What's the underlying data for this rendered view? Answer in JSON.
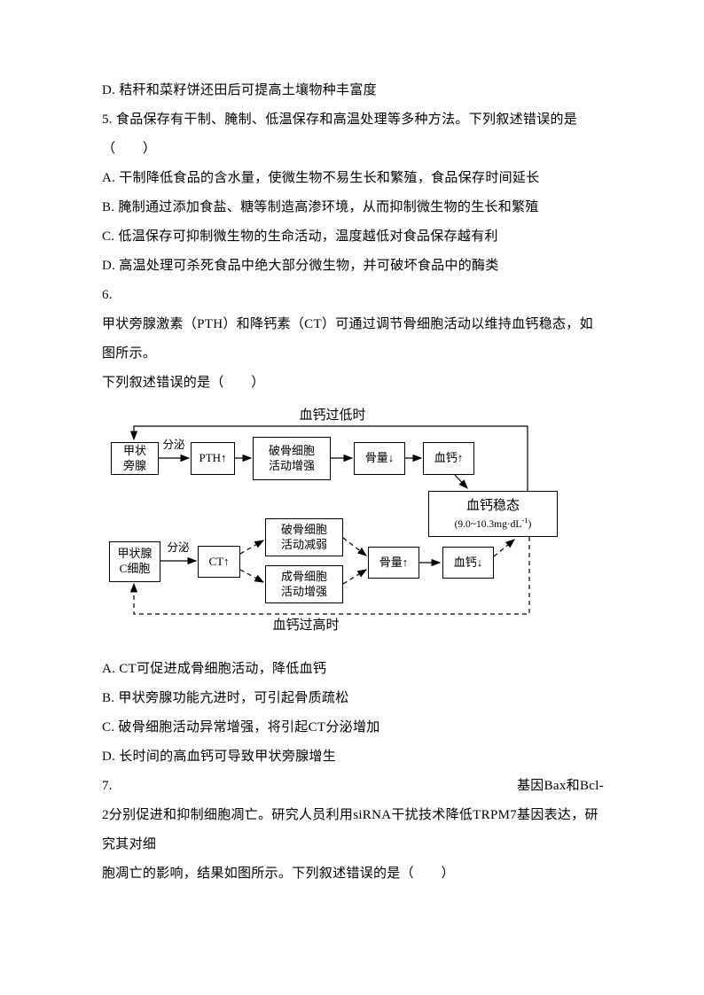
{
  "doc": {
    "prev_question_option_d": "D. 秸秆和菜籽饼还田后可提高土壤物种丰富度",
    "q5": {
      "stem": "5. 食品保存有干制、腌制、低温保存和高温处理等多种方法。下列叙述错误的是（　　）",
      "options": [
        "A. 干制降低食品的含水量，使微生物不易生长和繁殖，食品保存时间延长",
        "B. 腌制通过添加食盐、糖等制造高渗环境，从而抑制微生物的生长和繁殖",
        "C. 低温保存可抑制微生物的生命活动，温度越低对食品保存越有利",
        "D. 高温处理可杀死食品中绝大部分微生物，并可破坏食品中的酶类"
      ]
    },
    "q6": {
      "number": "6.",
      "stem_line1": "甲状旁腺激素（PTH）和降钙素（CT）可通过调节骨细胞活动以维持血钙稳态，如图所示。",
      "stem_line2": "下列叙述错误的是（　　）",
      "options": [
        "A. CT可促进成骨细胞活动，降低血钙",
        "B. 甲状旁腺功能亢进时，可引起骨质疏松",
        "C. 破骨细胞活动异常增强，将引起CT分泌增加",
        "D. 长时间的高血钙可导致甲状旁腺增生"
      ]
    },
    "q7": {
      "number": "7.",
      "line1_right": "基因Bax和Bcl-",
      "line2": "2分别促进和抑制细胞凋亡。研究人员利用siRNA干扰技术降低TRPM7基因表达，研究其对细",
      "line3": "胞凋亡的影响，结果如图所示。下列叙述错误的是（　　）"
    }
  },
  "diagram": {
    "label_low": "血钙过低时",
    "label_high": "血钙过高时",
    "secrete": "分泌",
    "boxes": {
      "parathyroid": "甲状\n旁腺",
      "pth": "PTH↑",
      "osteoclast_up": "破骨细胞\n活动增强",
      "bone_down": "骨量↓",
      "ca_up": "血钙↑",
      "homeostasis_title": "血钙稳态",
      "range_pre": "(9.0~10.3mg·dL",
      "range_sup": "-1",
      "range_post": ")",
      "thyroid_c": "甲状腺\nC细胞",
      "ct": "CT↑",
      "osteoclast_down": "破骨细胞\n活动减弱",
      "osteoblast_up": "成骨细胞\n活动增强",
      "bone_up": "骨量↑",
      "ca_down": "血钙↓"
    }
  }
}
